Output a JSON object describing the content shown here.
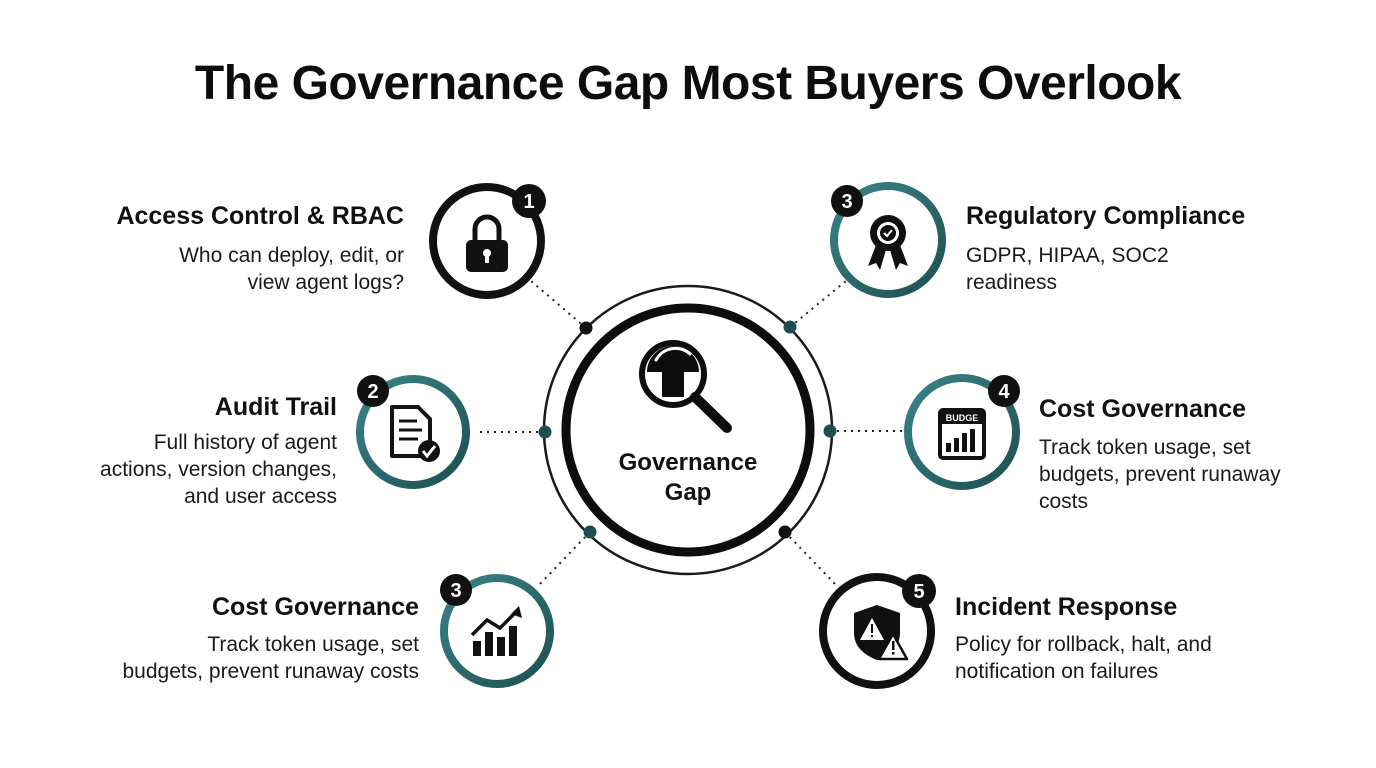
{
  "title": "The Governance Gap Most Buyers Overlook",
  "center": {
    "label_line1": "Governance",
    "label_line2": "Gap",
    "icon": "magnifier-icon"
  },
  "colors": {
    "dark": "#111111",
    "teal": "#2b6b6e"
  },
  "items": [
    {
      "number": "1",
      "title": "Access Control & RBAC",
      "desc": [
        "Who can deploy, edit, or",
        "view agent logs?"
      ],
      "icon": "padlock-icon",
      "ring": "dark"
    },
    {
      "number": "2",
      "title": "Audit Trail",
      "desc": [
        "Full history of agent",
        "actions, version changes,",
        "and user access"
      ],
      "icon": "document-check-icon",
      "ring": "teal"
    },
    {
      "number": "3",
      "title": "Cost Governance",
      "desc": [
        "Track token usage, set",
        "budgets, prevent runaway costs"
      ],
      "icon": "growth-chart-icon",
      "ring": "teal"
    },
    {
      "number": "3",
      "title": "Regulatory Compliance",
      "desc": [
        "GDPR, HIPAA, SOC2",
        "readiness"
      ],
      "icon": "award-ribbon-icon",
      "ring": "teal"
    },
    {
      "number": "4",
      "title": "Cost Governance",
      "desc": [
        "Track token usage, set",
        "budgets, prevent runaway",
        "costs"
      ],
      "icon": "budget-chart-icon",
      "icon_text": "BUDGE",
      "ring": "teal"
    },
    {
      "number": "5",
      "title": "Incident Response",
      "desc": [
        "Policy for rollback, halt, and",
        "notification on failures"
      ],
      "icon": "shield-warning-icon",
      "ring": "dark"
    }
  ]
}
